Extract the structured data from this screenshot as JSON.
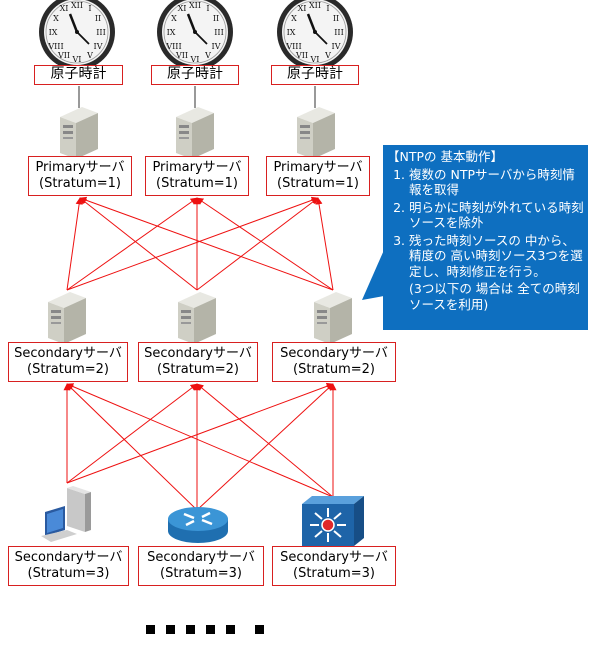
{
  "clocks": [
    {
      "label": "原子時計"
    },
    {
      "label": "原子時計"
    },
    {
      "label": "原子時計"
    }
  ],
  "primary": [
    {
      "line1": "Primaryサーバ",
      "line2": "(Stratum=1)"
    },
    {
      "line1": "Primaryサーバ",
      "line2": "(Stratum=1)"
    },
    {
      "line1": "Primaryサーバ",
      "line2": "(Stratum=1)"
    }
  ],
  "secondary2": [
    {
      "line1": "Secondaryサーバ",
      "line2": "(Stratum=2)"
    },
    {
      "line1": "Secondaryサーバ",
      "line2": "(Stratum=2)"
    },
    {
      "line1": "Secondaryサーバ",
      "line2": "(Stratum=2)"
    }
  ],
  "secondary3": [
    {
      "line1": "Secondaryサーバ",
      "line2": "(Stratum=3)"
    },
    {
      "line1": "Secondaryサーバ",
      "line2": "(Stratum=3)"
    },
    {
      "line1": "Secondaryサーバ",
      "line2": "(Stratum=3)"
    }
  ],
  "callout": {
    "title": "【NTPの 基本動作】",
    "items": [
      "複数の NTPサーバから時刻情報を取得",
      "明らかに時刻が外れている時刻ソースを除外",
      "残った時刻ソースの 中から、精度の 高い時刻ソース3つを選定し、時刻修正を行う。"
    ],
    "note": "(3つ以下の 場合は 全ての時刻ソースを利用)"
  },
  "ellipsis": "・・・・・・",
  "colors": {
    "link": "#ee1111",
    "label_border": "#d82020",
    "callout_bg": "#0e6fc0"
  },
  "icons": [
    "clock-icon",
    "server-icon",
    "pc-icon",
    "router-icon",
    "switch-icon"
  ]
}
